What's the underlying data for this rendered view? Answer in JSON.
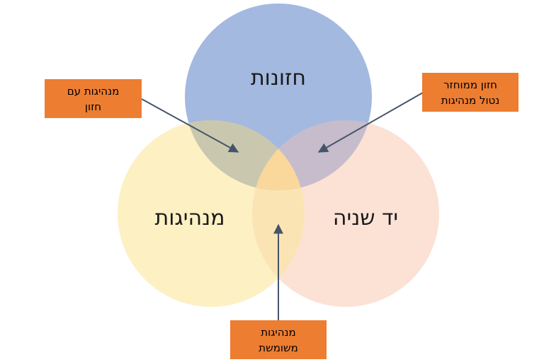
{
  "diagram": {
    "colors": {
      "circle_top": "#a3b9e0",
      "circle_left": "#fdf0c3",
      "circle_right": "#fbe2d5",
      "overlap_top_left": "#c9c8ae",
      "overlap_top_right": "#c6bccb",
      "overlap_left_right": "#fbe4b4",
      "overlap_center": "#fad79b",
      "callout_fill": "#ed7d31",
      "arrow": "#44546a"
    },
    "circles": {
      "top": "חזונות",
      "left": "מנהיגות",
      "right": "יד שניה"
    },
    "callouts": {
      "left": {
        "line1": "מנהיגות עם",
        "line2": "חזון"
      },
      "right": {
        "line1": "חזון ממוחזר",
        "line2": "נטול מנהיגות"
      },
      "bottom": {
        "line1": "מנהיגות",
        "line2": "משומשת"
      }
    }
  }
}
